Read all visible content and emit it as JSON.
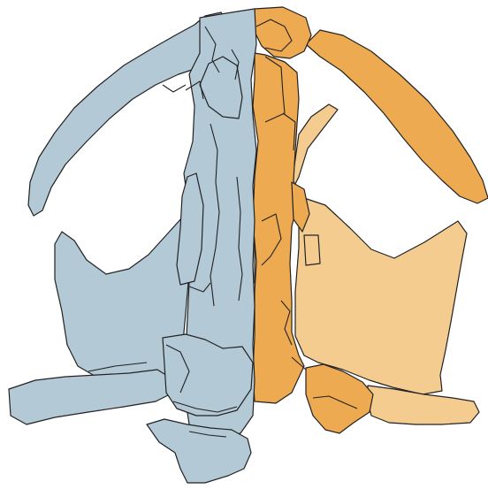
{
  "figure": {
    "description_text": "",
    "colors": {
      "left_side": "#b4c9d6",
      "right_side_primary": "#eeaa50",
      "right_side_secondary": "#f5cc90",
      "outline": "#222222",
      "background": "#ffffff"
    },
    "regions": [
      {
        "key": "left",
        "side": "left",
        "color_key": "left_side"
      },
      {
        "key": "right-dark",
        "side": "right",
        "color_key": "right_side_primary"
      },
      {
        "key": "right-light",
        "side": "right",
        "color_key": "right_side_secondary"
      }
    ]
  }
}
